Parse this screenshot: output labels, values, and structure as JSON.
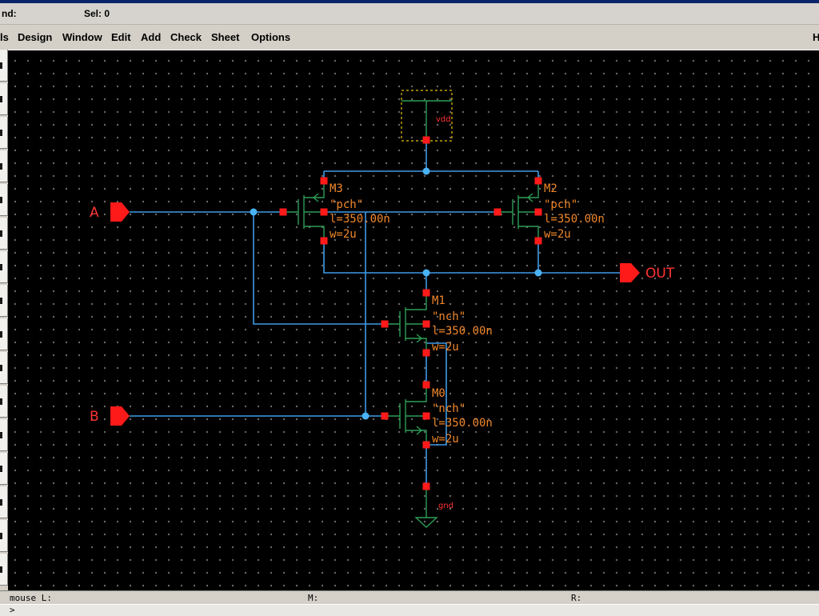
{
  "status": {
    "command_prefix": "nd:",
    "selection": "Sel: 0"
  },
  "menu": {
    "items": [
      "ls",
      "Design",
      "Window",
      "Edit",
      "Add",
      "Check",
      "Sheet",
      "Options"
    ],
    "help": "H"
  },
  "schematic": {
    "pins": {
      "a": "A",
      "b": "B",
      "out": "OUT"
    },
    "supplies": {
      "vdd": "vdd",
      "gnd": "gnd"
    },
    "instances": [
      {
        "name": "M3",
        "model": "\"pch\"",
        "length": "l=350.00n",
        "width": "w=2u"
      },
      {
        "name": "M2",
        "model": "\"pch\"",
        "length": "l=350.00n",
        "width": "w=2u"
      },
      {
        "name": "M1",
        "model": "\"nch\"",
        "length": "l=350.00n",
        "width": "w=2u"
      },
      {
        "name": "M0",
        "model": "\"nch\"",
        "length": "l=350.00n",
        "width": "w=2u"
      }
    ]
  },
  "footer": {
    "mouse_l": "mouse L:",
    "mouse_m": "M:",
    "mouse_r": "R:",
    "prompt": ">"
  },
  "colors": {
    "canvas": "#000000",
    "wire": "#3f9ae6",
    "junction": "#4ab2f5",
    "device": "#2e9d57",
    "pin": "#ff1a1a",
    "instance_label": "#f0872a",
    "pin_label": "#ff3333",
    "selection_box": "#e6c300"
  }
}
